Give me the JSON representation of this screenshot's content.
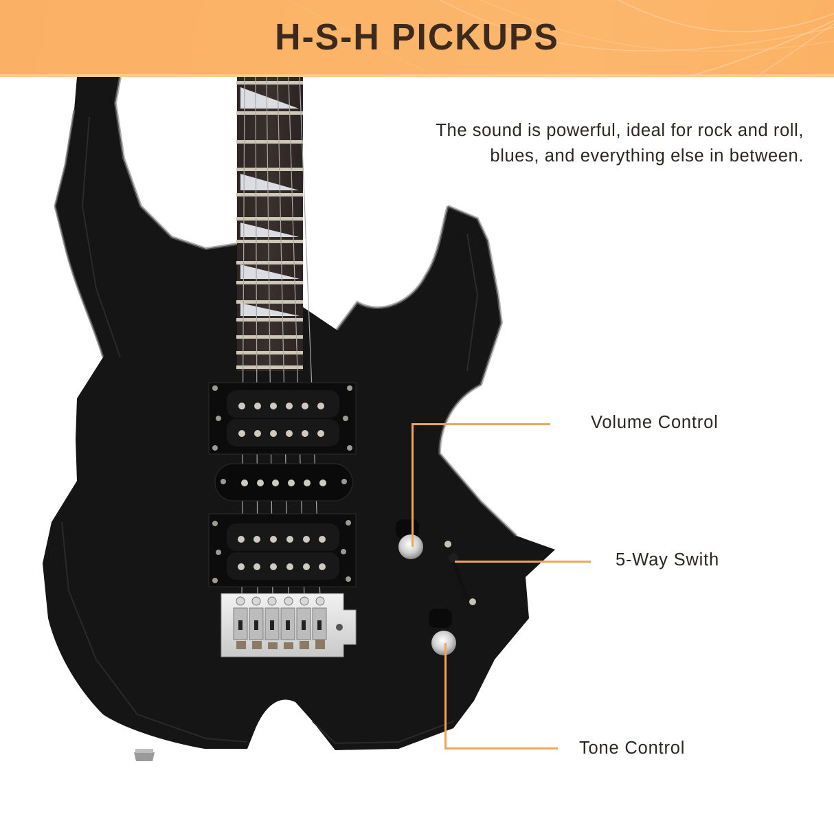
{
  "banner": {
    "title": "H-S-H PICKUPS",
    "background_color": "#fbb266",
    "title_color": "#3b2a1d"
  },
  "description": {
    "line1": "The sound is powerful, ideal for rock and roll,",
    "line2": "blues, and everything else in between."
  },
  "callouts": [
    {
      "label": "Volume Control"
    },
    {
      "label": "5-Way Swith"
    },
    {
      "label": "Tone Control"
    }
  ],
  "colors": {
    "callout_line": "#f3a452",
    "text": "#2d2521",
    "guitar_body": "#151515"
  },
  "product": {
    "image": "black-electric-guitar-body",
    "pickups": [
      "humbucker-neck",
      "single-coil-middle",
      "humbucker-bridge"
    ]
  }
}
